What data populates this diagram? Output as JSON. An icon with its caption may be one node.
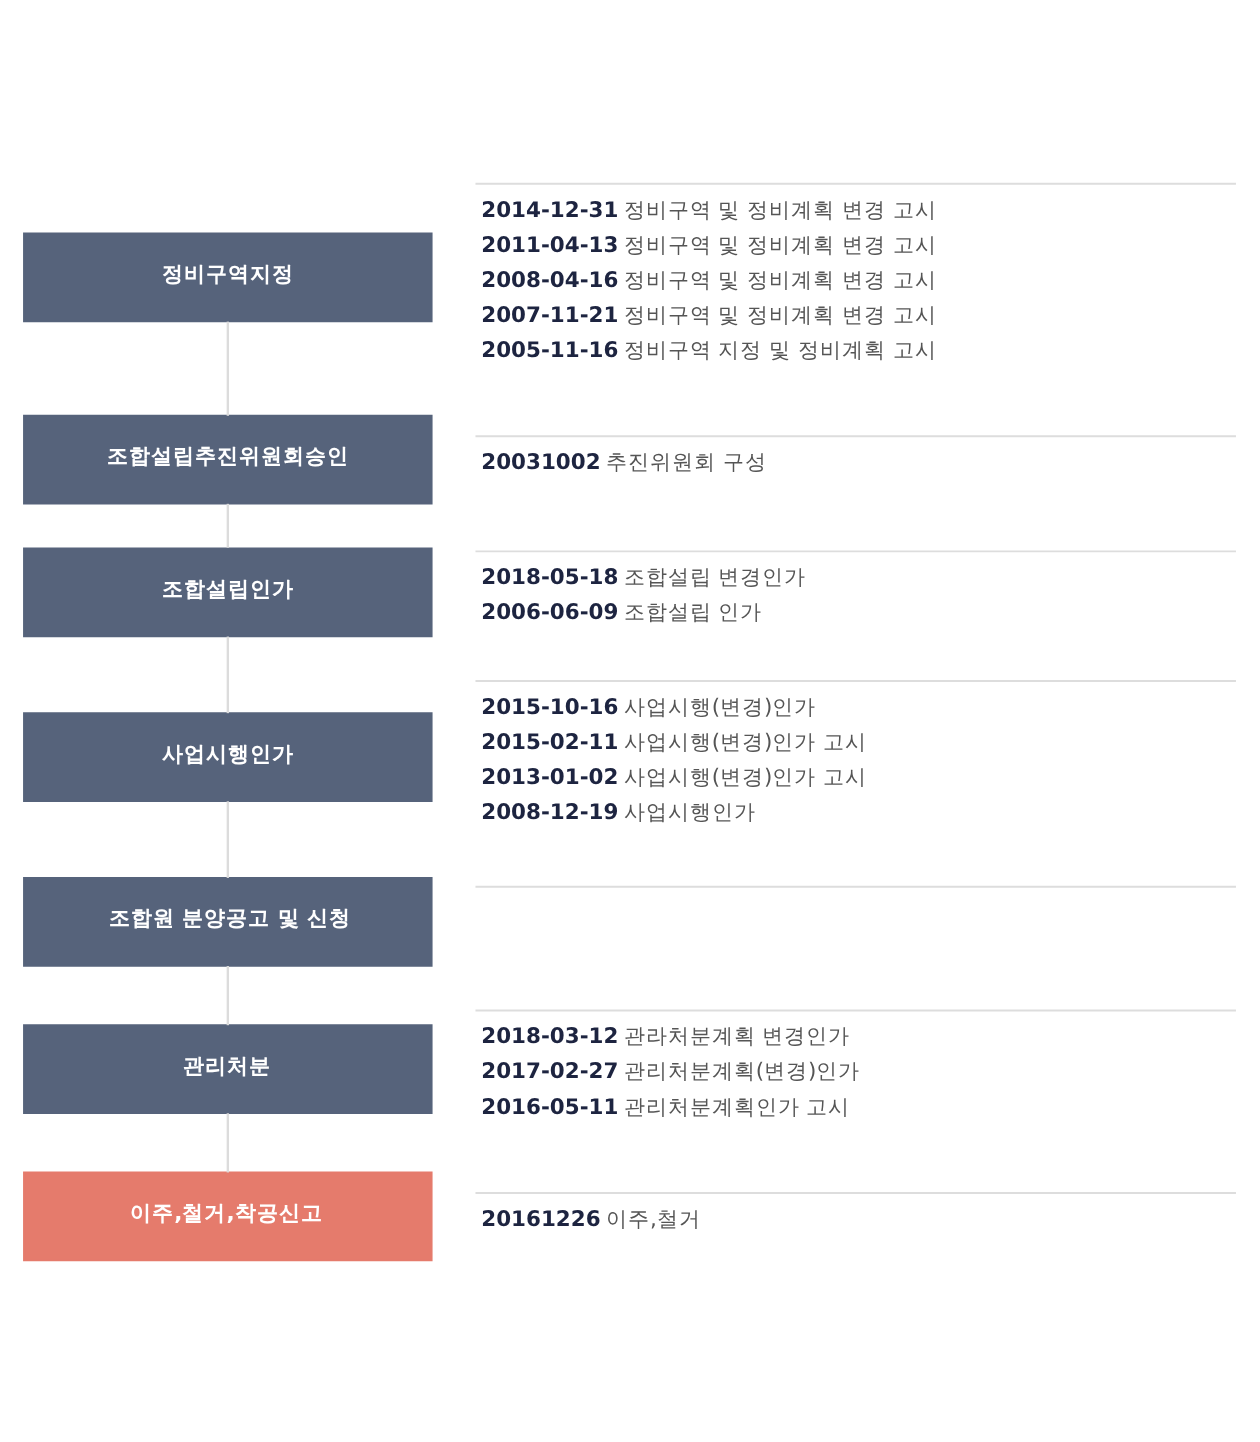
{
  "diagram": {
    "nodes": [
      {
        "text": [
          "정비구역지정"
        ],
        "beside": [
          "2014-12-31 정비구역 및 정비계획 변경 고시",
          "2011-04-13 정비구역 및 정비계획 변경 고시",
          "2008-04-16 정비구역 및 정비계획 변경 고시",
          "2007-11-21 정비구역 및 정비계획 변경 고시",
          "2005-11-16 정비구역 지정 및 정비계획 고시"
        ]
      },
      {
        "text": [
          "조합설립추진위원회승인"
        ],
        "beside": [
          "20031002 추진위원회 구성"
        ]
      },
      {
        "text": [
          "조합설립인가"
        ],
        "beside": [
          "2018-05-18 조합설립 변경인가",
          "2006-06-09 조합설립 인가"
        ]
      },
      {
        "text": [
          "사업시행인가"
        ],
        "beside": [
          "2015-10-16 사업시행(변경)인가",
          "2015-02-11 사업시행(변경)인가 고시",
          "2013-01-02 사업시행(변경)인가 고시",
          "2008-12-19 사업시행인가"
        ]
      },
      {
        "text": [
          "조합원 분양공고 및 신청"
        ]
      },
      {
        "text": [
          "관리처분"
        ],
        "beside": [
          "2018-03-12 관라처분계획 변경인가",
          "2017-02-27 관리처분계획(변경)인가",
          "2016-05-11 관리처분계획인가 고시"
        ]
      },
      {
        "text": [
          "이주,철거,착공신고"
        ],
        "beside": [
          "20161226 이주,철거"
        ]
      }
    ],
    "edges": [
      {
        "from": 0,
        "to": 1,
        "arrow": "none"
      },
      {
        "from": 1,
        "to": 2,
        "arrow": "none"
      },
      {
        "from": 2,
        "to": 3,
        "arrow": "none"
      },
      {
        "from": 3,
        "to": 4,
        "arrow": "none"
      },
      {
        "from": 4,
        "to": 5,
        "arrow": "none"
      },
      {
        "from": 5,
        "to": 6,
        "arrow": "none"
      }
    ]
  }
}
